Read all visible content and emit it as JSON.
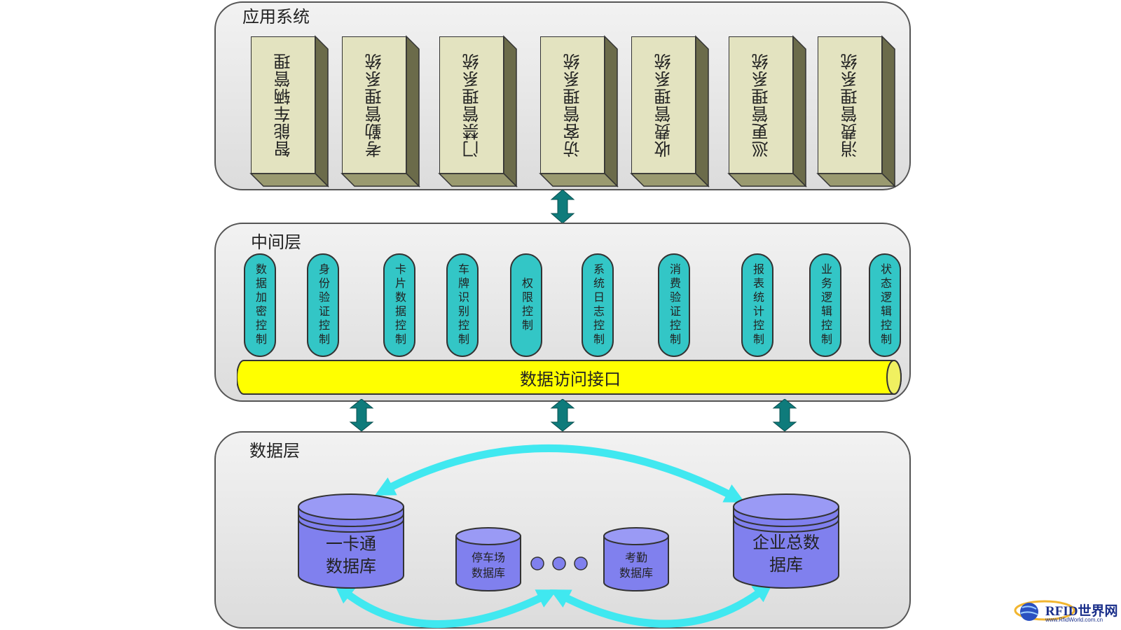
{
  "app_layer": {
    "title": "应用系统",
    "systems": [
      "智能车辆管理",
      "考勤管理系统",
      "门禁管理系统",
      "访客管理系统",
      "收费管理系统",
      "巡更管理系统",
      "消费管理系统"
    ]
  },
  "middle_layer": {
    "title": "中间层",
    "modules": [
      "数据加密控制",
      "身份验证控制",
      "卡片数据控制",
      "车牌识别控制",
      "权限控制",
      "系统日志控制",
      "消费验证控制",
      "报表统计控制",
      "业务逻辑控制",
      "状态逻辑控制"
    ],
    "bus_label": "数据访问接口"
  },
  "data_layer": {
    "title": "数据层",
    "db_card_line1": "一卡通",
    "db_card_line2": "数据库",
    "db_enterprise_line1": "企业总数",
    "db_enterprise_line2": "据库",
    "db_parking_line1": "停车场",
    "db_parking_line2": "数据库",
    "db_attendance_line1": "考勤",
    "db_attendance_line2": "数据库"
  },
  "colors": {
    "app_box": "#e3e3c0",
    "pill": "#33c6c6",
    "bus": "#ffff00",
    "database": "#8080ee",
    "link_arrow": "#40e8f0",
    "updown_arrow": "#0e7b7b"
  },
  "logo": {
    "text": "RFID世界网",
    "url": "www.RfidWorld.com.cn"
  }
}
